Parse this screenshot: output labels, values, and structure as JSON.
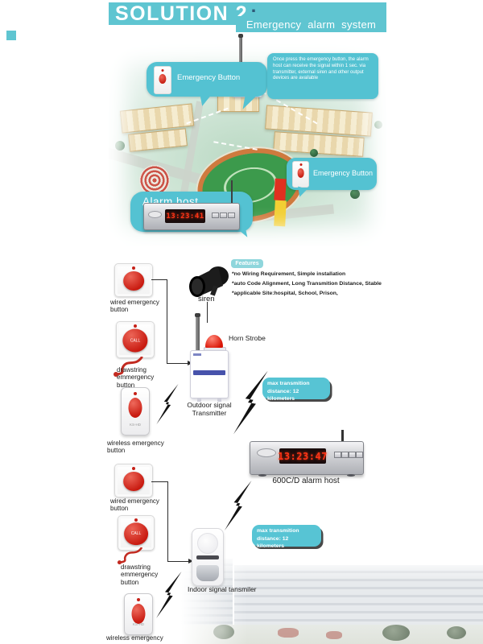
{
  "header": {
    "title": "SOLUTION 2",
    "colon": ":",
    "subtitle": "Emergency alarm system"
  },
  "scene": {
    "emergency_button_top": "Emergency Button",
    "emergency_button_right": "Emergency Button",
    "alarm_host": "Alarm host",
    "alarm_host_time": "13:23:41",
    "info_text": "Once press the emergency button, the alarm host can receive the signal within 1 sec. via transmitter, external siren and other output devices are available"
  },
  "features": {
    "badge": "Features",
    "items": [
      "*no Wiring Requirement, Simple installation",
      "*auto Code Alignment, Long Transmition Distance, Stable",
      "*applicable Site:hospital, School, Prison,"
    ]
  },
  "diagram": {
    "wired_button_top": "wired emergency button",
    "siren": "siren",
    "drawstring_button_top": "drawstring emmergency button",
    "horn_strobe": "Horn Strobe",
    "outdoor_transmitter": "Outdoor signal Transmitter",
    "wireless_button_top": "wireless emergency button",
    "max_transmission_top": {
      "line1": "max transmition",
      "line2": "distance: 12 kilometers"
    },
    "alarm_host_label": "600C/D alarm host",
    "alarm_host_time": "13:23:47",
    "wired_button_bottom": "wired emergency button",
    "drawstring_button_bottom": "drawstring emmergency button",
    "indoor_transmitter": "Indoor signal tansmiler",
    "max_transmission_bottom": {
      "line1": "max transmition",
      "line2": "distance: 12 kilometers"
    },
    "wireless_button_bottom": "wireless emergency",
    "call_text": "CALL",
    "remote_model": "KS-HD"
  },
  "colors": {
    "teal": "#5fc5d1",
    "led_red": "#ff3417",
    "button_red": "#c81a10"
  }
}
